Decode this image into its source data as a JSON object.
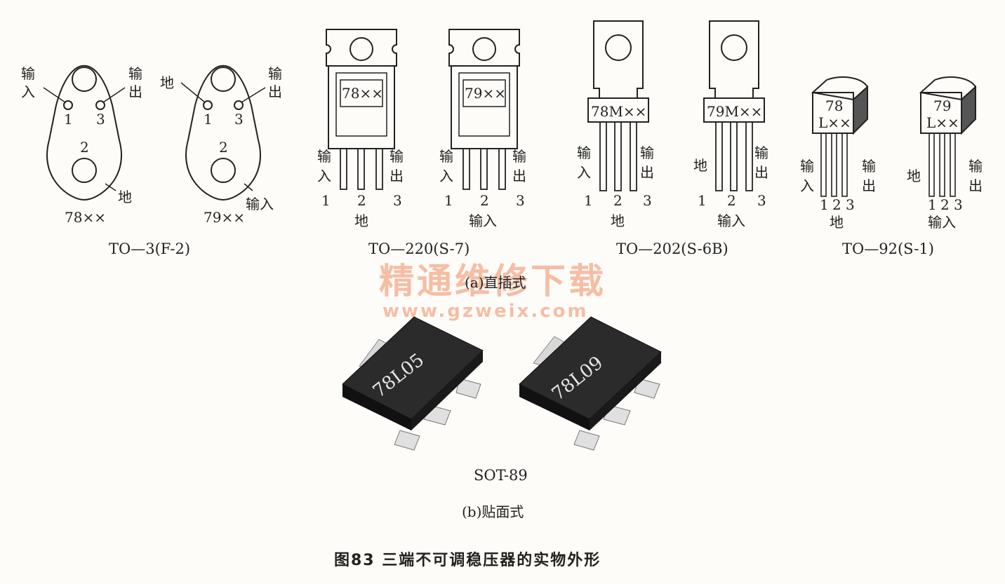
{
  "watermark": {
    "line1": "精通维修下载",
    "line2": "www.gzweix.com"
  },
  "labels": {
    "input": "输入",
    "output": "输出",
    "ground": "地"
  },
  "to3": {
    "package": "TO—3(F-2)",
    "left": {
      "marking": "78××",
      "pins": [
        "1",
        "3",
        "2"
      ]
    },
    "right": {
      "marking": "79××",
      "pins": [
        "1",
        "3",
        "2"
      ]
    }
  },
  "to220": {
    "package": "TO—220(S-7)",
    "left": {
      "marking": "78××",
      "pins": [
        "1",
        "2",
        "3"
      ]
    },
    "right": {
      "marking": "79××",
      "pins": [
        "1",
        "2",
        "3"
      ]
    }
  },
  "to202": {
    "package": "TO—202(S-6B)",
    "left": {
      "marking": "78M××",
      "pins": [
        "1",
        "2",
        "3"
      ]
    },
    "right": {
      "marking": "79M××",
      "pins": [
        "1",
        "2",
        "3"
      ]
    }
  },
  "to92": {
    "package": "TO—92(S-1)",
    "left": {
      "marking_top": "78",
      "marking_bottom": "L××",
      "pins": [
        "1",
        "2",
        "3"
      ]
    },
    "right": {
      "marking_top": "79",
      "marking_bottom": "L××",
      "pins": [
        "1",
        "2",
        "3"
      ]
    }
  },
  "section_a": "(a)直插式",
  "sot89": {
    "package": "SOT-89",
    "left_marking": "78L05",
    "right_marking": "78L09"
  },
  "section_b": "(b)贴面式",
  "figure_caption": "图83   三端不可调稳压器的实物外形"
}
